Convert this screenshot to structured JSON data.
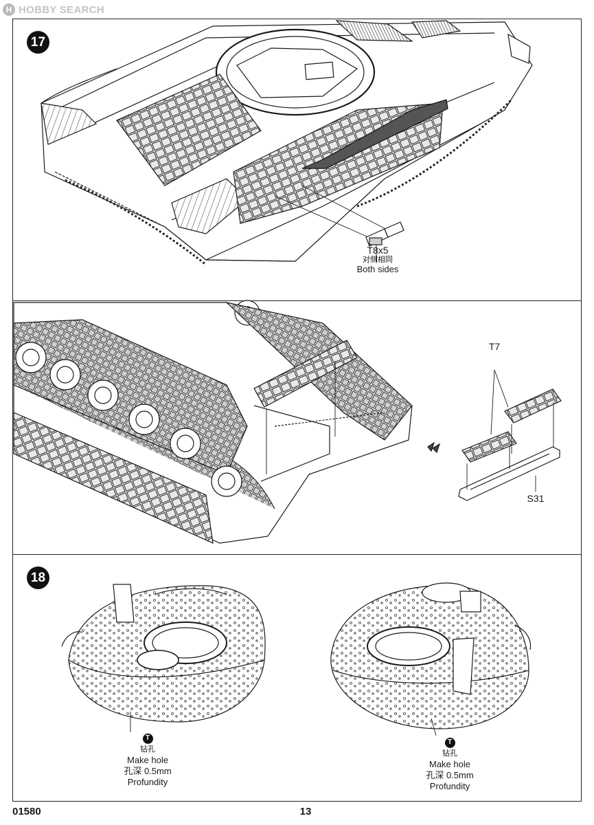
{
  "watermark": {
    "logo": "H",
    "text": "HOBBY SEARCH"
  },
  "steps": [
    {
      "number": "17"
    },
    {
      "number": "18"
    }
  ],
  "step17": {
    "part_top": {
      "code": "T8x5",
      "cn": "对侧相同",
      "en": "Both sides"
    },
    "part_detail_plate_group": {
      "code": "T7"
    },
    "part_detail_base": {
      "code": "S31"
    }
  },
  "step18": {
    "hole_note_left": {
      "badge": "T",
      "cn1": "钻孔",
      "en1": "Make hole",
      "cn2": "孔深 0.5mm",
      "en2": "Profundity"
    },
    "hole_note_right": {
      "badge": "T",
      "cn1": "钻孔",
      "en1": "Make hole",
      "cn2": "孔深 0.5mm",
      "en2": "Profundity"
    }
  },
  "footer": {
    "product_code": "01580",
    "page_number": "13"
  }
}
